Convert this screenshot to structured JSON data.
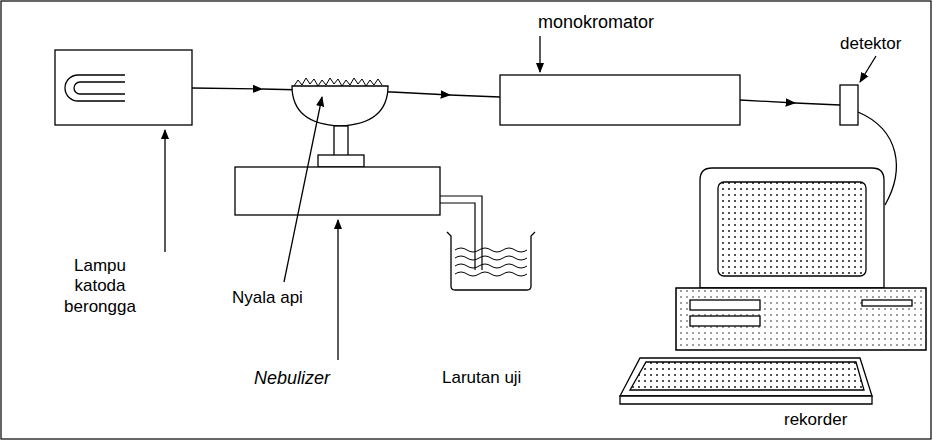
{
  "diagram": {
    "labels": [
      "monokromator",
      "detektor",
      "Lampu katoda berongga",
      "Nyala api",
      "Nebulizer",
      "Larutan uji",
      "rekorder"
    ]
  }
}
